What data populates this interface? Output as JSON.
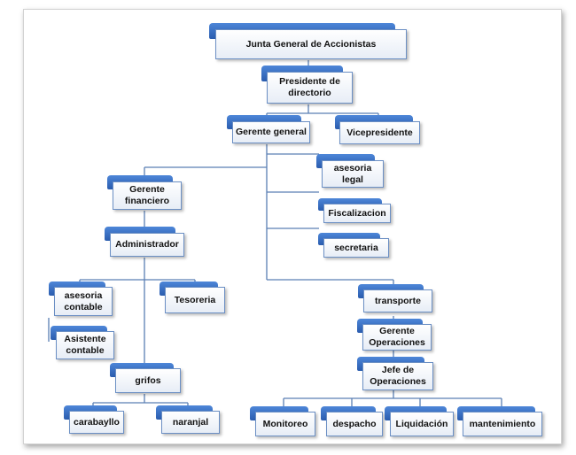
{
  "org_chart": {
    "nodes": {
      "junta": "Junta General de Accionistas",
      "presidente": "Presidente de\ndirectorio",
      "gerente_general": "Gerente general",
      "vicepresidente": "Vicepresidente",
      "asesoria_legal": "asesoria\nlegal",
      "fiscalizacion": "Fiscalizacion",
      "secretaria": "secretaria",
      "gerente_financiero": "Gerente\nfinanciero",
      "administrador": "Administrador",
      "asesoria_contable": "asesoria\ncontable",
      "tesoreria": "Tesoreria",
      "asistente_contable": "Asistente\ncontable",
      "grifos": "grifos",
      "carabayllo": "carabayllo",
      "naranjal": "naranjal",
      "transporte": "transporte",
      "gerente_operaciones": "Gerente\nOperaciones",
      "jefe_operaciones": "Jefe de\nOperaciones",
      "monitoreo": "Monitoreo",
      "despacho": "despacho",
      "liquidacion": "Liquidación",
      "mantenimiento": "mantenimiento"
    }
  }
}
